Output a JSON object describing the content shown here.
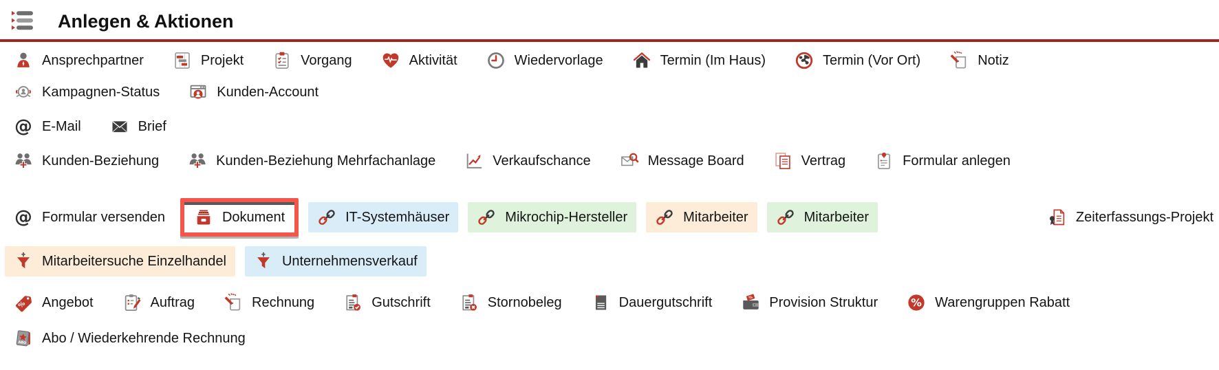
{
  "header": {
    "title": "Anlegen & Aktionen",
    "icon": "list-menu-icon",
    "rule_color": "#a32421"
  },
  "colors": {
    "accent_red": "#c0392b",
    "highlight_blue": "#d9edf9",
    "highlight_green": "#def2dc",
    "highlight_orange": "#fcecd8",
    "selection_border": "#f3564a"
  },
  "rows": [
    [
      {
        "label": "Ansprechpartner",
        "icon": "person-icon"
      },
      {
        "label": "Projekt",
        "icon": "gantt-chart-icon"
      },
      {
        "label": "Vorgang",
        "icon": "clipboard-checklist-icon"
      },
      {
        "label": "Aktivität",
        "icon": "heart-pulse-icon"
      },
      {
        "label": "Wiedervorlage",
        "icon": "clock-icon"
      },
      {
        "label": "Termin (Im Haus)",
        "icon": "house-icon"
      },
      {
        "label": "Termin (Vor Ort)",
        "icon": "globe-icon"
      },
      {
        "label": "Notiz",
        "icon": "note-pencil-icon"
      }
    ],
    [
      {
        "label": "Kampagnen-Status",
        "icon": "campaign-icon"
      },
      {
        "label": "Kunden-Account",
        "icon": "browser-user-icon"
      }
    ],
    [
      {
        "label": "E-Mail",
        "icon": "at-sign-icon"
      },
      {
        "label": "Brief",
        "icon": "envelope-icon"
      }
    ],
    [
      {
        "label": "Kunden-Beziehung",
        "icon": "people-plus-icon"
      },
      {
        "label": "Kunden-Beziehung Mehrfachanlage",
        "icon": "people-plus-icon"
      },
      {
        "label": "Verkaufschance",
        "icon": "chart-up-icon"
      },
      {
        "label": "Message Board",
        "icon": "mail-search-icon"
      },
      {
        "label": "Vertrag",
        "icon": "document-pages-icon"
      },
      {
        "label": "Formular anlegen",
        "icon": "clipboard-pin-icon"
      }
    ],
    [
      {
        "label": "Formular versenden",
        "icon": "at-sign-icon"
      },
      {
        "label": "Dokument",
        "icon": "archive-box-icon",
        "selected": true
      },
      {
        "label": "IT-Systemhäuser",
        "icon": "link-icon",
        "highlight": "blue"
      },
      {
        "label": "Mikrochip-Hersteller",
        "icon": "link-icon",
        "highlight": "green"
      },
      {
        "label": "Mitarbeiter",
        "icon": "link-icon",
        "highlight": "orange"
      },
      {
        "label": "Mitarbeiter",
        "icon": "link-icon",
        "highlight": "green"
      },
      {
        "label": "Zeiterfassungs-Projekt",
        "icon": "document-ribbon-icon"
      }
    ],
    [
      {
        "label": "Mitarbeitersuche Einzelhandel",
        "icon": "funnel-plus-icon",
        "highlight": "orange"
      },
      {
        "label": "Unternehmensverkauf",
        "icon": "funnel-plus-icon",
        "highlight": "blue"
      }
    ],
    [
      {
        "label": "Angebot",
        "icon": "price-tag-percent-icon"
      },
      {
        "label": "Auftrag",
        "icon": "clipboard-pencil-icon"
      },
      {
        "label": "Rechnung",
        "icon": "note-pencil-icon"
      },
      {
        "label": "Gutschrift",
        "icon": "document-check-icon"
      },
      {
        "label": "Stornobeleg",
        "icon": "document-x-icon"
      },
      {
        "label": "Dauergutschrift",
        "icon": "document-dark-icon"
      },
      {
        "label": "Provision Struktur",
        "icon": "wallet-money-icon"
      },
      {
        "label": "Warengruppen Rabatt",
        "icon": "percent-circle-icon"
      }
    ],
    [
      {
        "label": "Abo / Wiederkehrende Rechnung",
        "icon": "abo-card-icon"
      }
    ]
  ]
}
